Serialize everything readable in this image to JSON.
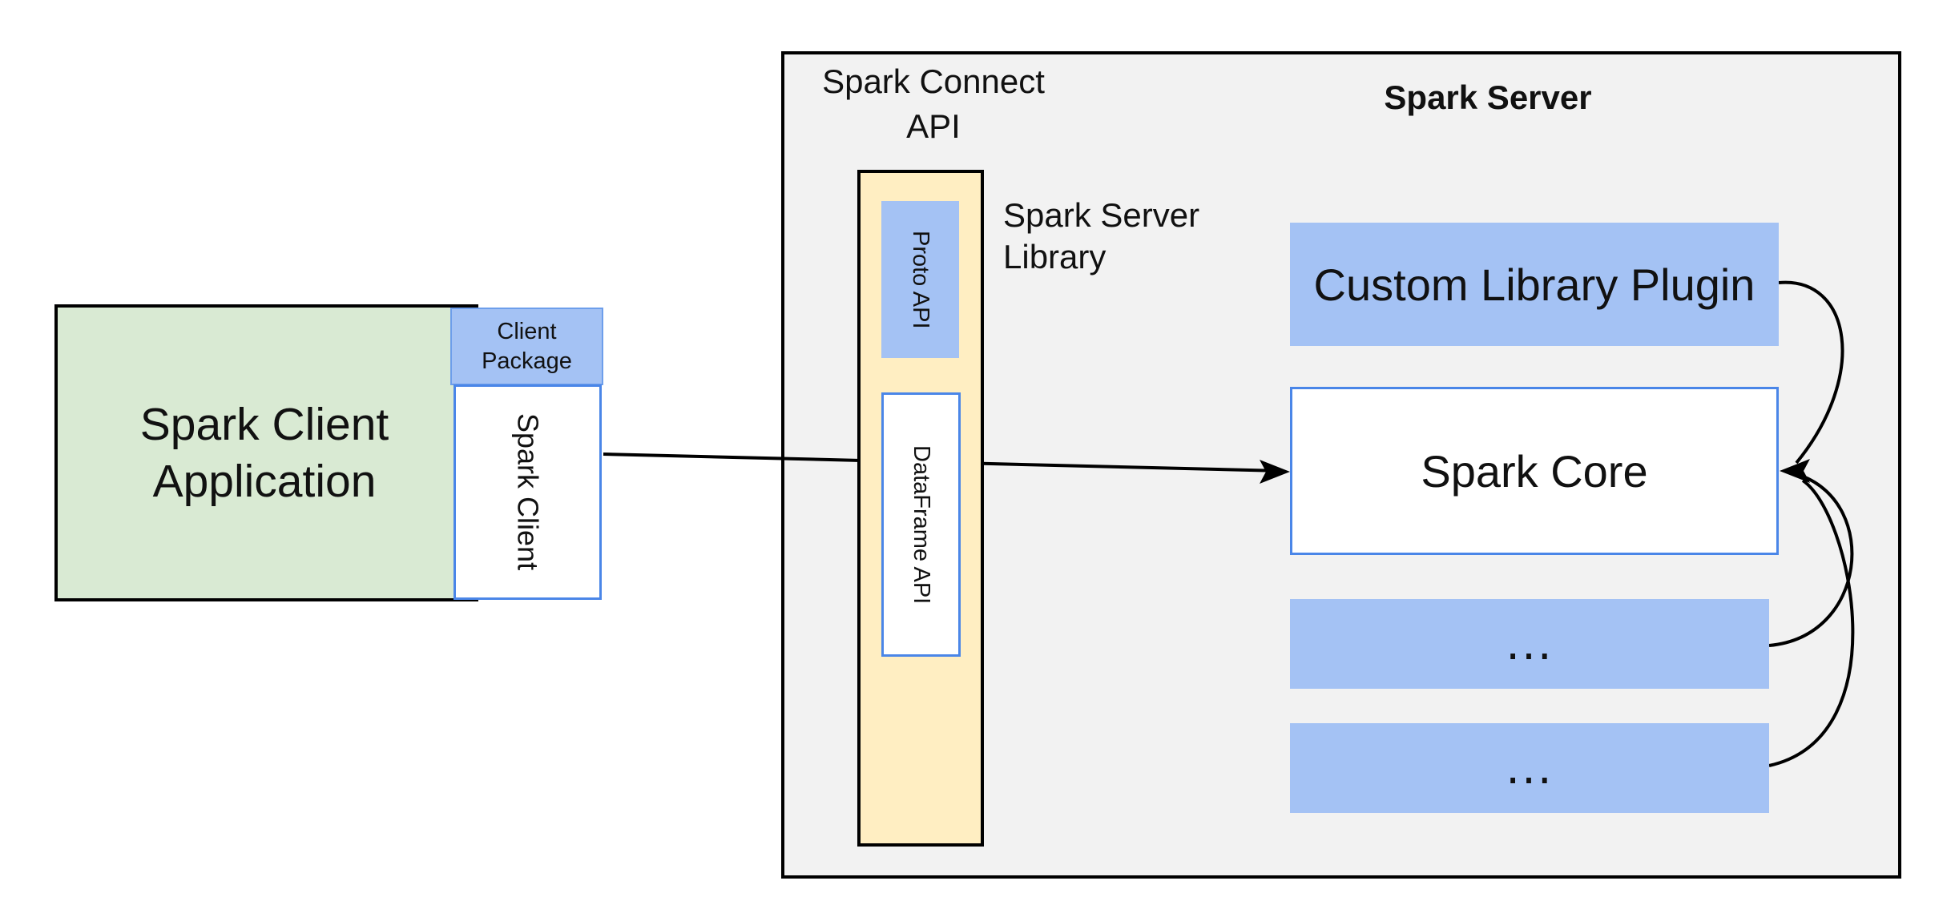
{
  "diagram": {
    "client_application_label": "Spark Client\nApplication",
    "client_package_label": "Client\nPackage",
    "spark_client_label": "Spark Client",
    "spark_connect_api_label": "Spark Connect\nAPI",
    "spark_server_title": "Spark Server",
    "spark_server_library_label": "Spark Server\nLibrary",
    "proto_api_label": "Proto API",
    "dataframe_api_label": "DataFrame API",
    "custom_library_plugin_label": "Custom Library Plugin",
    "spark_core_label": "Spark Core",
    "ellipsis_box_1_label": "...",
    "ellipsis_box_2_label": "...",
    "colors": {
      "green": "#d9ead3",
      "blue": "#a4c2f4",
      "cream": "#ffeec2",
      "gray": "#f2f2f2",
      "blue_border": "#4a86e8",
      "blue_border_soft": "#6d9eeb"
    }
  }
}
